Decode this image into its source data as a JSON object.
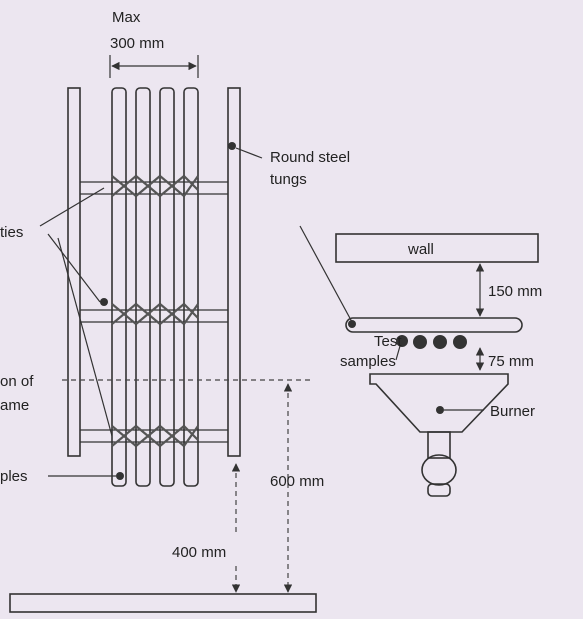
{
  "labels": {
    "max_width_line1": "Max",
    "max_width_line2": "300 mm",
    "round_steel_line1": "Round steel",
    "round_steel_line2": "tungs",
    "ties": "ties",
    "position_line1": "on of",
    "position_line2": "ame",
    "samples": "ples",
    "wall": "wall",
    "dim_150": "150 mm",
    "test_samples_line1": "Test",
    "test_samples_line2": "samples",
    "dim_75": "75 mm",
    "burner": "Burner",
    "dim_600": "600 mm",
    "dim_400": "400 mm"
  }
}
